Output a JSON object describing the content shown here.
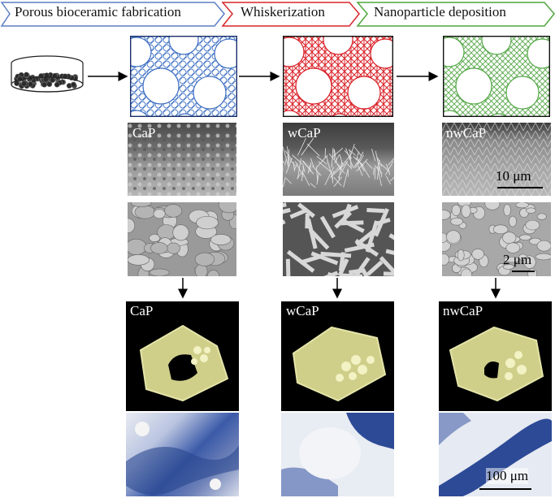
{
  "steps": [
    {
      "label": "Porous bioceramic fabrication",
      "color": "#5b7fc4"
    },
    {
      "label": "Whiskerization",
      "color": "#d6262a"
    },
    {
      "label": "Nanoparticle deposition",
      "color": "#4ea63c"
    }
  ],
  "columns": [
    {
      "label": "CaP",
      "sketch_color": "#3d6fc2"
    },
    {
      "label": "wCaP",
      "sketch_color": "#d92027"
    },
    {
      "label": "nwCaP",
      "sketch_color": "#57a84a"
    }
  ],
  "micro_labels": [
    "CaP",
    "wCaP",
    "nwCaP"
  ],
  "ct_labels": [
    "CaP",
    "wCaP",
    "nwCaP"
  ],
  "scale_bars": {
    "sem_low": "10 μm",
    "sem_high": "2 μm",
    "histology": "100 μm"
  }
}
